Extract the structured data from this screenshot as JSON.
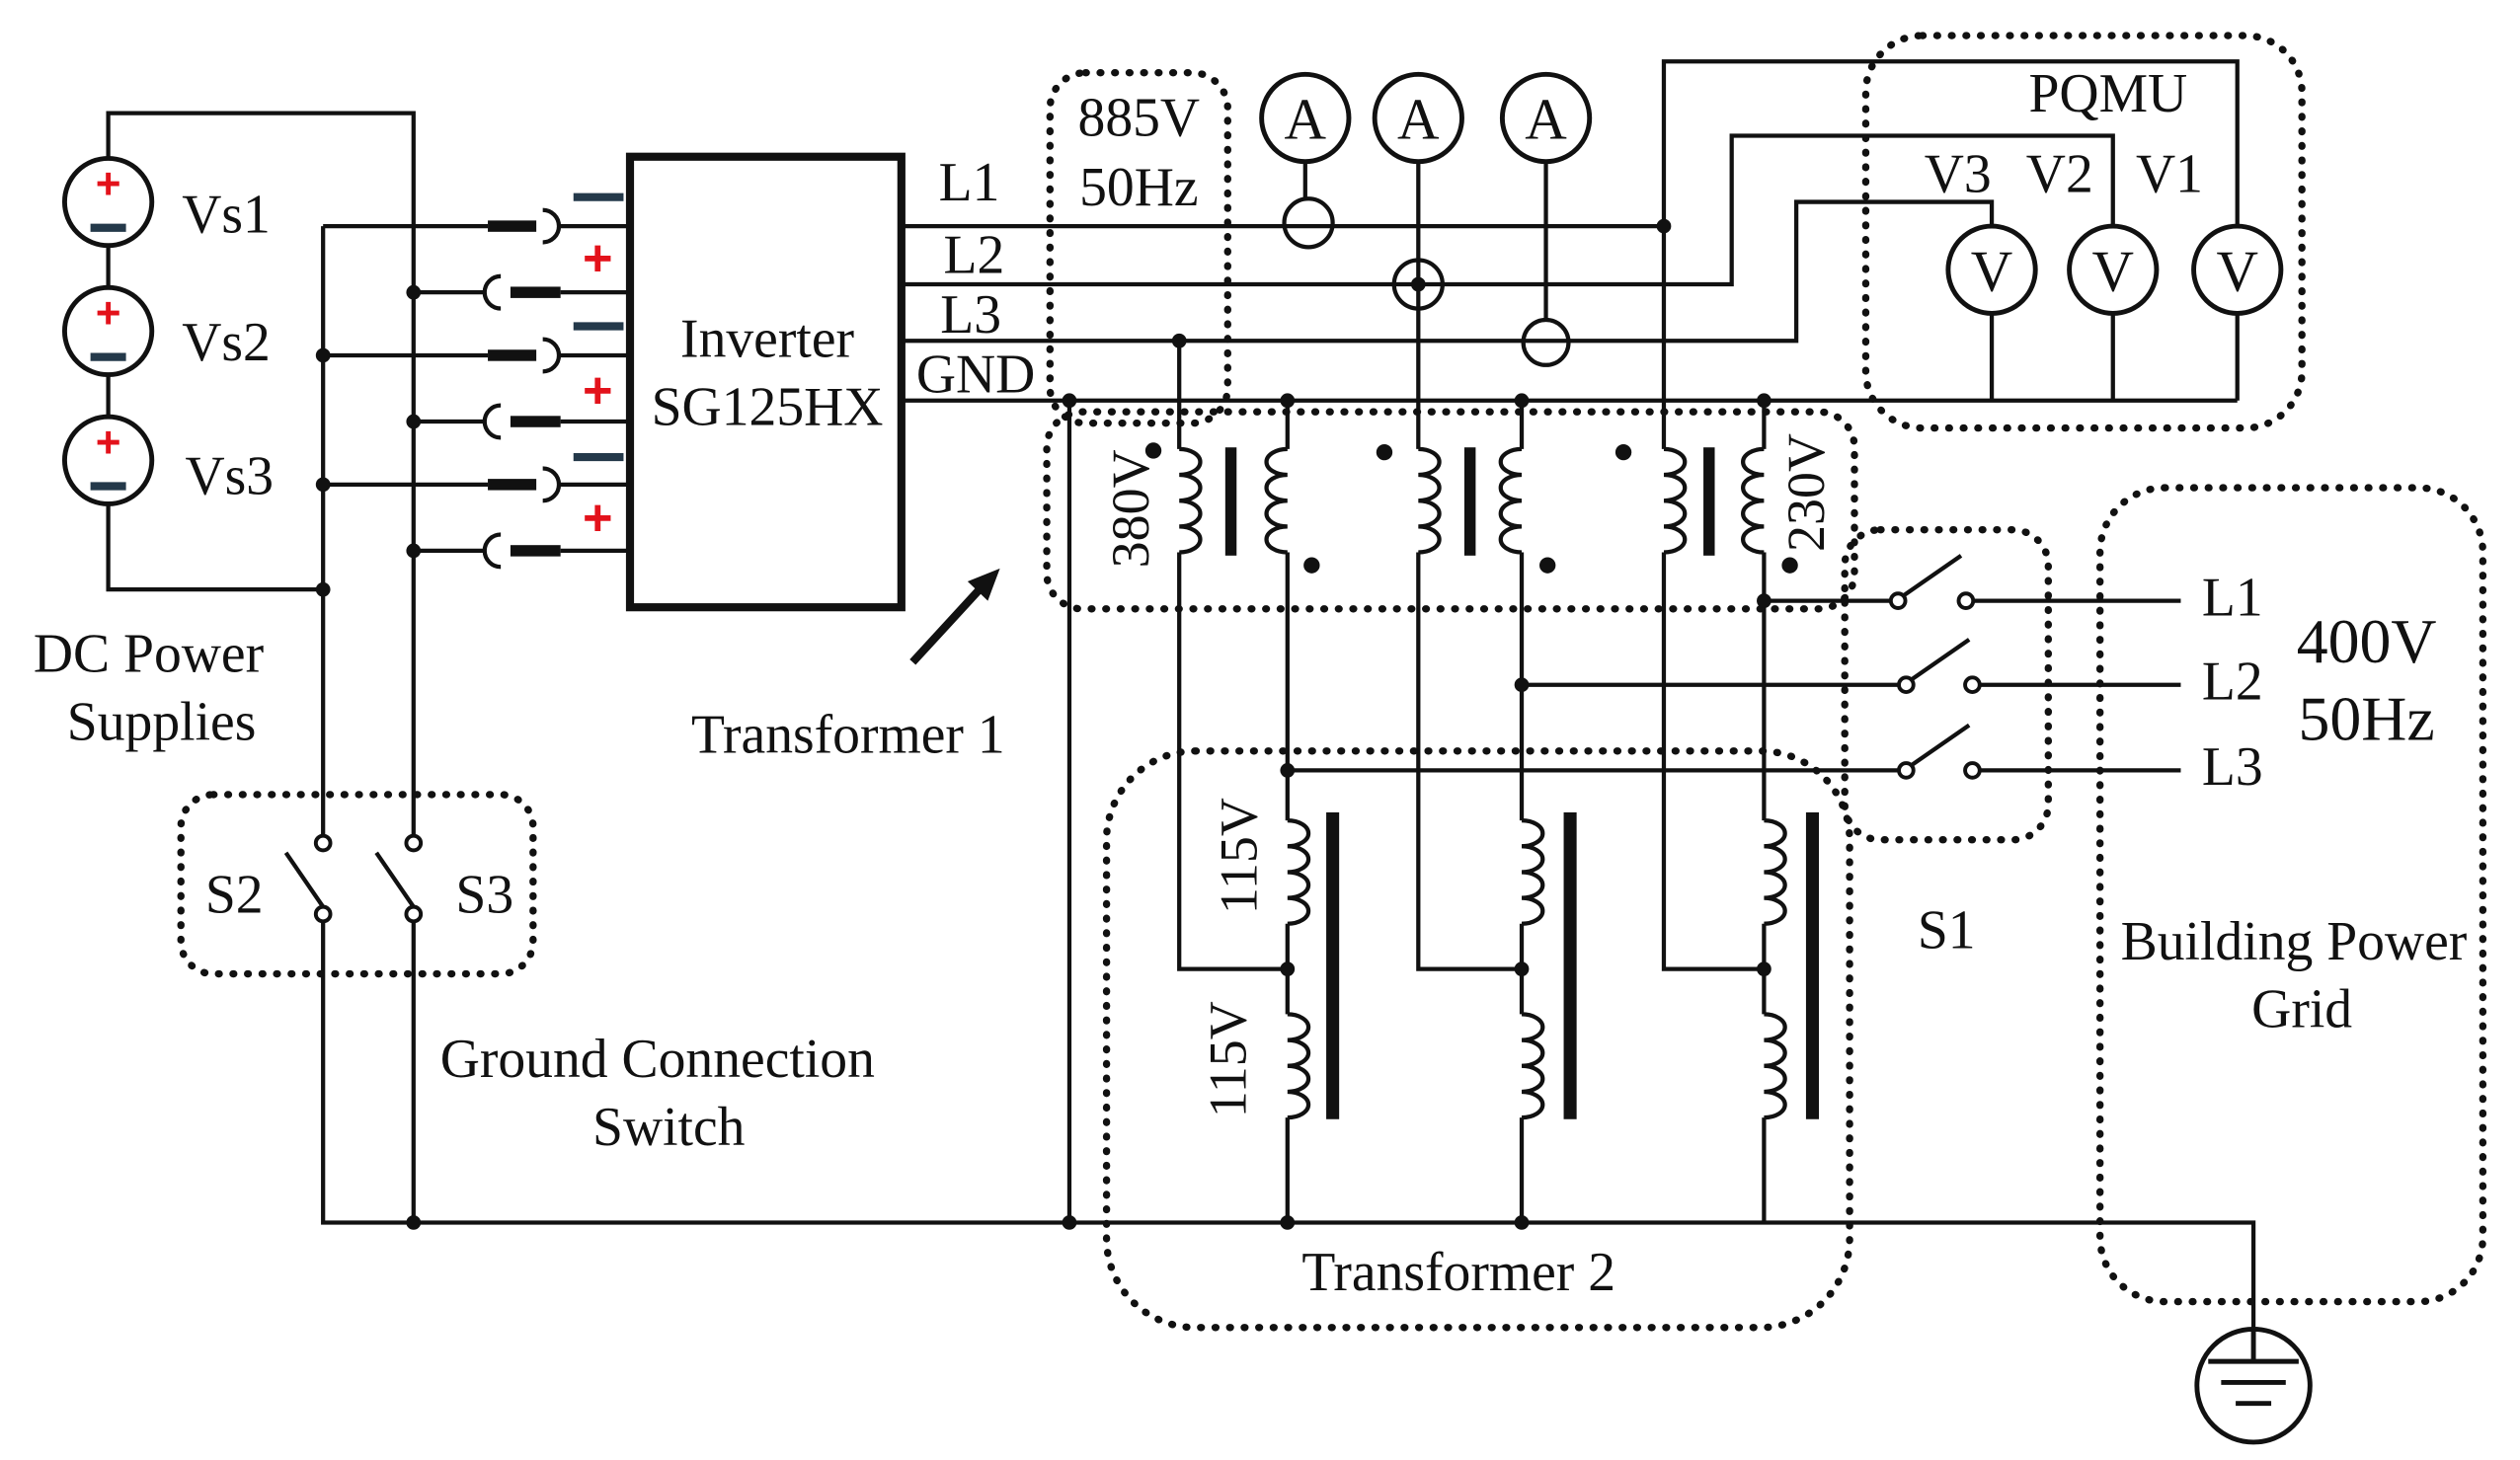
{
  "dc_power_supplies": {
    "label_line1": "DC Power",
    "label_line2": "Supplies",
    "sources": [
      {
        "name": "Vs1",
        "positive_sign": "+"
      },
      {
        "name": "Vs2",
        "positive_sign": "+"
      },
      {
        "name": "Vs3",
        "positive_sign": "+"
      }
    ]
  },
  "inverter": {
    "name": "Inverter",
    "model": "SG125HX",
    "dc_terminal_signs": [
      "+",
      "+",
      "+"
    ],
    "outputs": [
      "L1",
      "L2",
      "L3",
      "GND"
    ]
  },
  "inverter_output_rating": {
    "voltage": "885V",
    "frequency": "50Hz"
  },
  "ammeters": [
    {
      "symbol": "A"
    },
    {
      "symbol": "A"
    },
    {
      "symbol": "A"
    }
  ],
  "pqmu": {
    "title": "PQMU",
    "voltmeters": [
      {
        "label": "V3",
        "symbol": "V"
      },
      {
        "label": "V2",
        "symbol": "V"
      },
      {
        "label": "V1",
        "symbol": "V"
      }
    ]
  },
  "transformer_1": {
    "label": "Transformer 1",
    "primary_voltage": "380V",
    "secondary_voltage": "230V"
  },
  "transformer_2": {
    "label": "Transformer 2",
    "upper_winding_voltage": "115V",
    "lower_winding_voltage": "115V"
  },
  "switch_s1": {
    "label": "S1"
  },
  "building_power_grid": {
    "phases": [
      "L1",
      "L2",
      "L3"
    ],
    "voltage": "400V",
    "frequency": "50Hz",
    "label_line1": "Building Power",
    "label_line2": "Grid"
  },
  "ground_connection_switch": {
    "switches": [
      "S2",
      "S3"
    ],
    "label_line1": "Ground Connection",
    "label_line2": "Switch"
  },
  "colors": {
    "positive_sign": "#e3121b",
    "negative_sign": "#24394a",
    "wiring": "#111111"
  }
}
